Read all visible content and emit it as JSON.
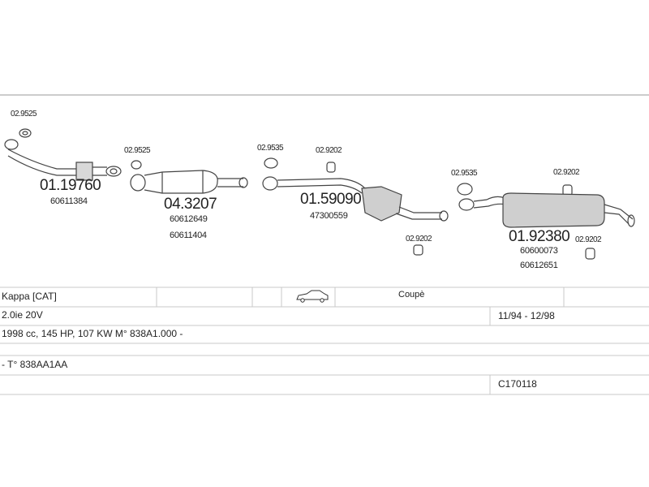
{
  "parts": {
    "clamp_a": "02.9525",
    "front_pipe_code": "01.19760",
    "front_pipe_oe": "60611384",
    "clamp_b": "02.9525",
    "catalyst_code": "04.3207",
    "catalyst_oe_1": "60612649",
    "catalyst_oe_2": "60611404",
    "clamp_c": "02.9535",
    "hanger_a": "02.9202",
    "middle_code": "01.59090",
    "middle_oe": "47300559",
    "hanger_b": "02.9202",
    "clamp_d": "02.9535",
    "hanger_c": "02.9202",
    "rear_code": "01.92380",
    "rear_oe_1": "60600073",
    "rear_oe_2": "60612651",
    "hanger_d": "02.9202"
  },
  "table": {
    "model": "Kappa  [CAT]",
    "body": "Coupè",
    "engine": "2.0ie 20V",
    "years": "11/94 - 12/98",
    "spec": "1998 cc, 145 HP, 107 KW M° 838A1.000 -",
    "type": "- T° 838AA1AA",
    "code": "C170118"
  },
  "icons": [
    "car-coupe-icon"
  ],
  "colors": {
    "line": "#555555",
    "fill": "#cfcfcf",
    "grid": "#c8c8c8"
  }
}
